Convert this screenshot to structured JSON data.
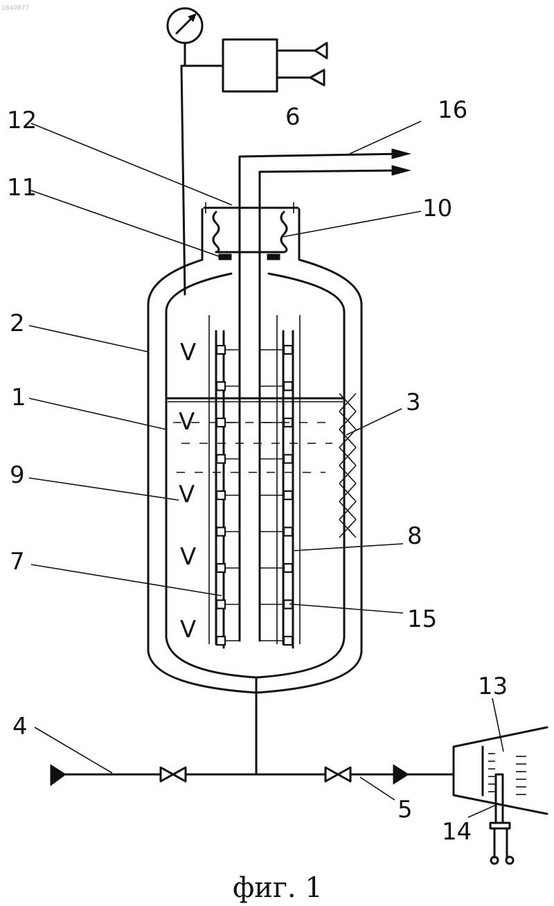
{
  "doc_id": "1840877",
  "caption": "фиг. 1",
  "labels": {
    "l1": "1",
    "l2": "2",
    "l3": "3",
    "l4": "4",
    "l5": "5",
    "l6": "6",
    "l7": "7",
    "l8": "8",
    "l9": "9",
    "l10": "10",
    "l11": "11",
    "l12": "12",
    "l13": "13",
    "l14": "14",
    "l15": "15",
    "l16": "16"
  },
  "vapor_symbol": "V"
}
